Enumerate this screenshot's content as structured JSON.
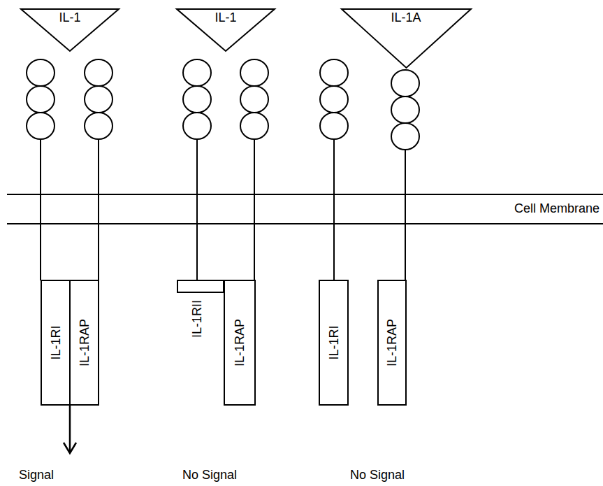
{
  "diagram": {
    "nodes": [
      {
        "text": [
          "IL-1"
        ]
      },
      {
        "text": [
          "IL-1"
        ]
      },
      {
        "text": [
          "IL-1A"
        ]
      },
      {
        "text": [
          "IL-1RI"
        ]
      },
      {
        "text": [
          "IL-1RAP"
        ]
      },
      {
        "text": [
          "IL-1RII"
        ]
      },
      {
        "text": [
          "IL-1RAP"
        ]
      },
      {
        "text": [
          "IL-1RI"
        ]
      },
      {
        "text": [
          "IL-1RAP"
        ]
      }
    ],
    "labels": [
      "Cell Membrane",
      "Signal",
      "No Signal",
      "No Signal"
    ]
  }
}
